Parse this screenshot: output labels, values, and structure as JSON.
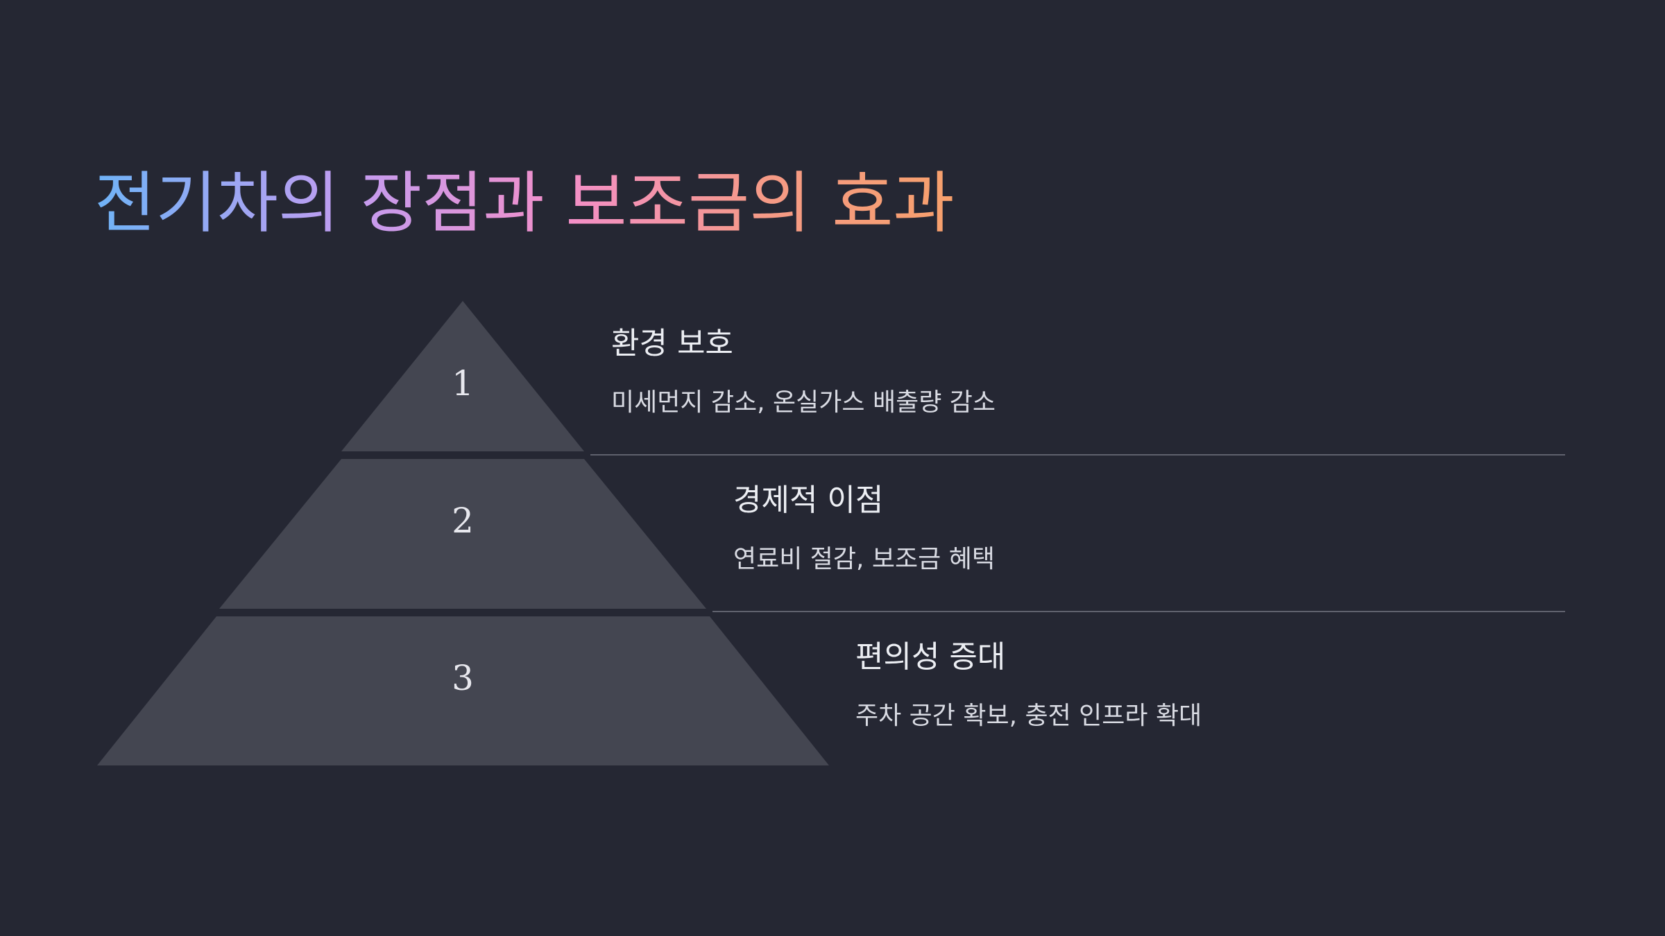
{
  "slide": {
    "title": "전기차의 장점과 보조금의 효과",
    "levels": [
      {
        "number": "1",
        "heading": "환경 보호",
        "description": "미세먼지 감소, 온실가스 배출량 감소"
      },
      {
        "number": "2",
        "heading": "경제적 이점",
        "description": "연료비 절감, 보조금 혜택"
      },
      {
        "number": "3",
        "heading": "편의성 증대",
        "description": "주차 공간 확보, 충전 인프라 확대"
      }
    ]
  },
  "colors": {
    "background": "#252733",
    "pyramid_fill": "#444651",
    "divider": "#60626e",
    "title_gradient": [
      "#6fb3f7",
      "#c39cf0",
      "#f38fc8",
      "#f59a86",
      "#f7a06c"
    ]
  }
}
